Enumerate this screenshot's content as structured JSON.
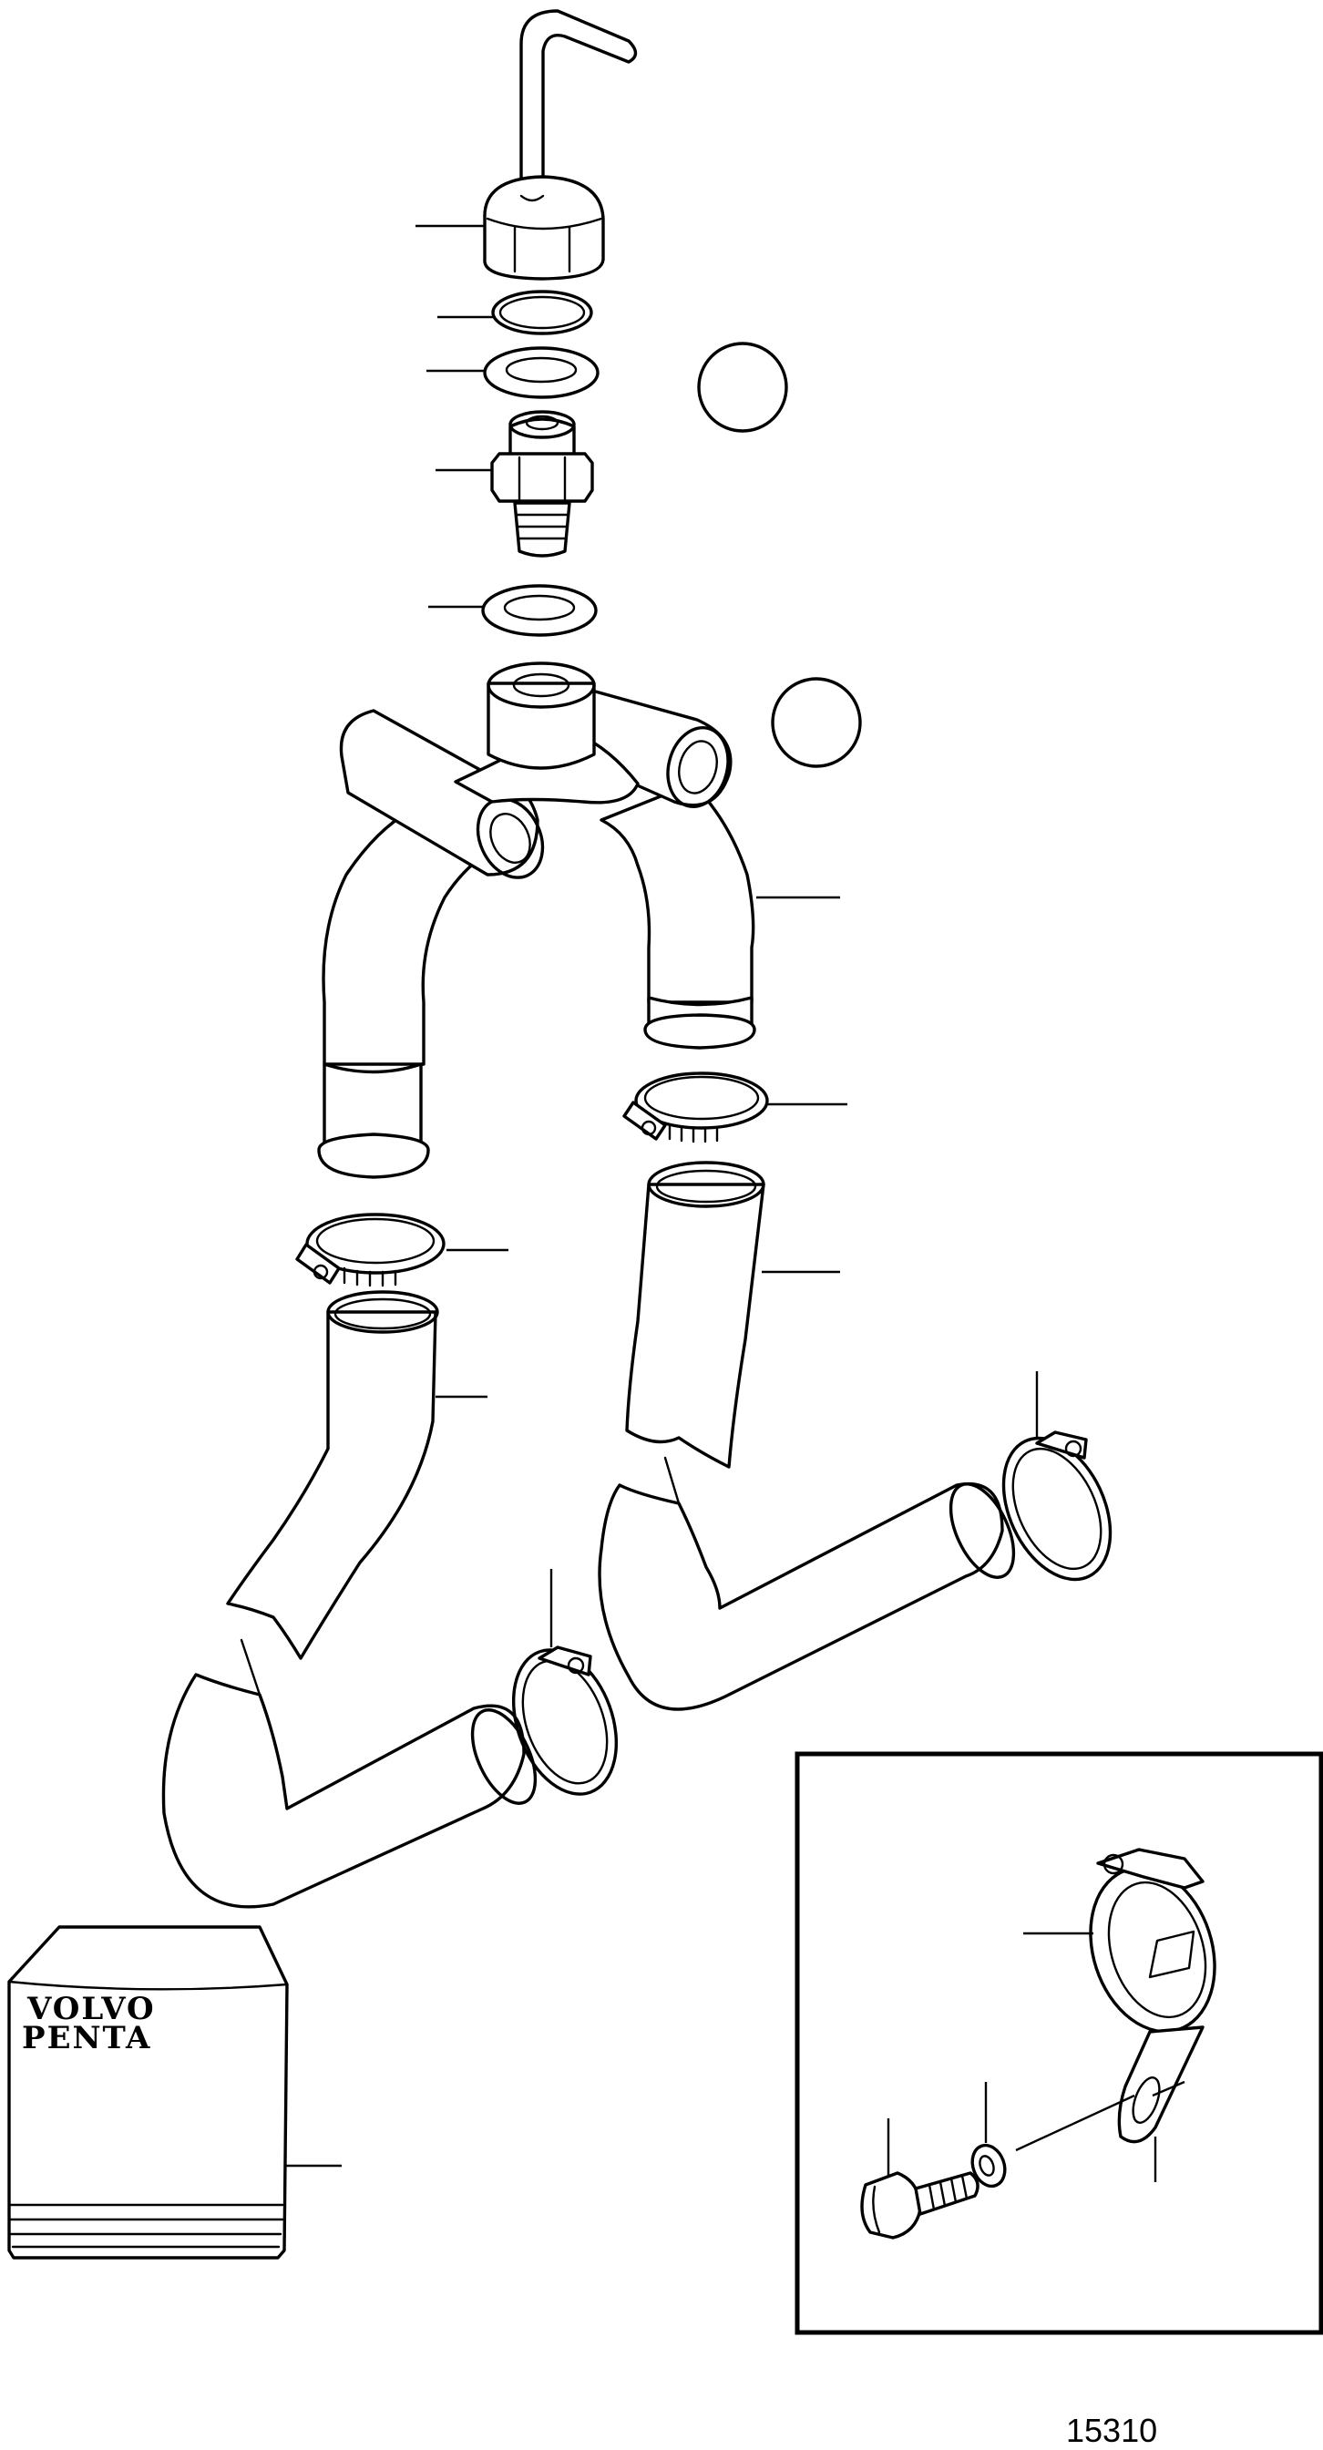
{
  "manual_logo": {
    "line1": "VOLVO",
    "line2": "PENTA"
  },
  "diagram_reference": "15310"
}
